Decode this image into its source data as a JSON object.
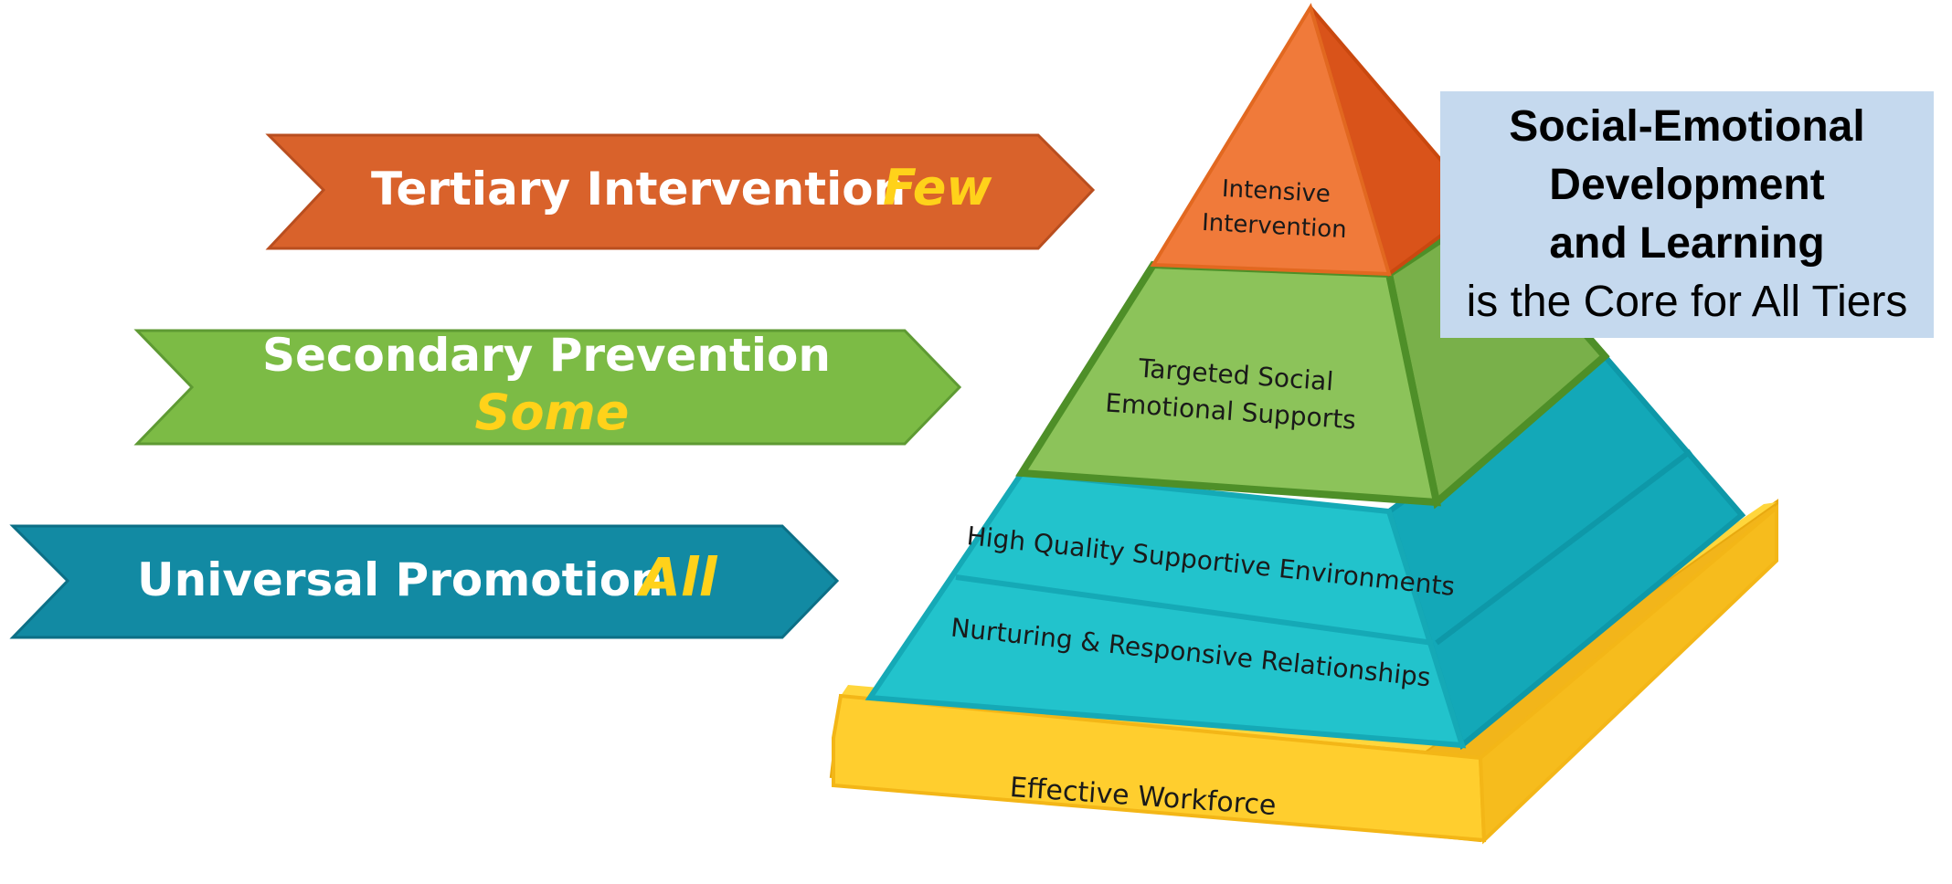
{
  "banners": {
    "tertiary": {
      "label": "Tertiary Intervention",
      "qualifier": "Few",
      "color": "#d9622b"
    },
    "secondary": {
      "label": "Secondary Prevention",
      "qualifier": "Some",
      "color": "#7cbb45"
    },
    "universal": {
      "label": "Universal Promotion",
      "qualifier": "All",
      "color": "#128aa3"
    }
  },
  "pyramid": {
    "tiers": {
      "intensive": {
        "lines": [
          "Intensive",
          "Intervention"
        ],
        "color": "#f07a3a"
      },
      "targeted": {
        "lines": [
          "Targeted Social",
          "Emotional Supports"
        ],
        "color": "#8cc35a"
      },
      "environments": {
        "label": "High Quality Supportive Environments",
        "color": "#22c3cc"
      },
      "relationships": {
        "label": "Nurturing & Responsive Relationships",
        "color": "#22c3cc"
      },
      "workforce": {
        "label": "Effective Workforce",
        "color": "#ffce2e"
      }
    }
  },
  "core_box": {
    "line1": "Social-Emotional",
    "line2": "Development",
    "line3": "and Learning",
    "line4": "is the Core for All Tiers",
    "background": "#c5d9ee"
  },
  "qualifier_color": "#ffd21a"
}
